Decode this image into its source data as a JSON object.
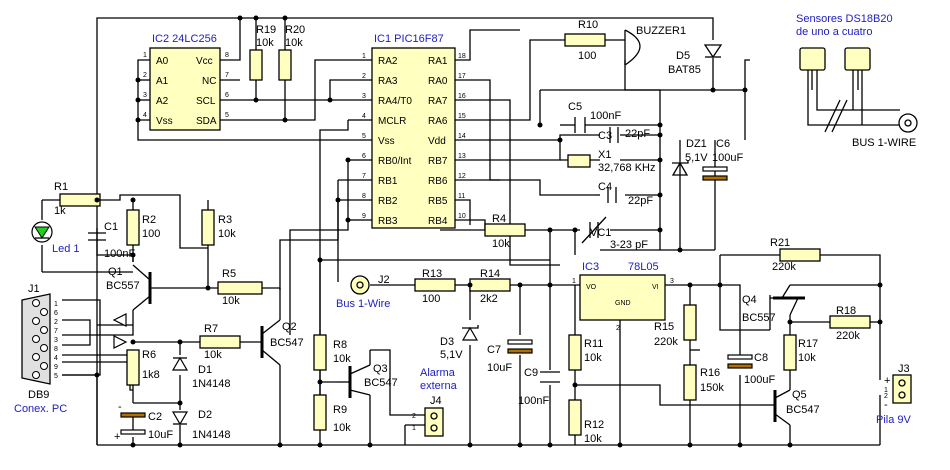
{
  "ic2": {
    "title": "IC2 24LC256",
    "left_pins": [
      "A0",
      "A1",
      "A2",
      "Vss"
    ],
    "right_pins": [
      "Vcc",
      "NC",
      "SCL",
      "SDA"
    ],
    "left_nums": [
      "1",
      "2",
      "3",
      "4"
    ],
    "right_nums": [
      "8",
      "7",
      "6",
      "5"
    ]
  },
  "ic1": {
    "title": "IC1 PIC16F87",
    "left_pins": [
      "RA2",
      "RA3",
      "RA4/T0",
      "MCLR",
      "Vss",
      "RB0/Int",
      "RB1",
      "RB2",
      "RB3"
    ],
    "right_pins": [
      "RA1",
      "RA0",
      "RA7",
      "RA6",
      "Vdd",
      "RB7",
      "RB6",
      "RB5",
      "RB4"
    ],
    "left_nums": [
      "1",
      "2",
      "3",
      "4",
      "5",
      "6",
      "7",
      "8",
      "9"
    ],
    "right_nums": [
      "18",
      "17",
      "16",
      "15",
      "14",
      "13",
      "12",
      "11",
      "10"
    ]
  },
  "ic3": {
    "title": "IC3",
    "part": "78L05",
    "vo": "VO",
    "vi": "VI",
    "gnd": "GND",
    "pin_in": "3",
    "pin_out": "1",
    "pin_gnd": "2"
  },
  "r19": {
    "name": "R19",
    "value": "10k"
  },
  "r20": {
    "name": "R20",
    "value": "10k"
  },
  "r10": {
    "name": "R10",
    "value": "100"
  },
  "buzzer": {
    "name": "BUZZER1"
  },
  "d5": {
    "name": "D5",
    "value": "BAT85"
  },
  "sensors": {
    "title1": "Sensores DS18B20",
    "title2": "de uno a cuatro",
    "bus": "BUS 1-WIRE"
  },
  "c5": {
    "name": "C5",
    "value": "100nF"
  },
  "c3": {
    "name": "C3",
    "value": "22pF"
  },
  "x1": {
    "name": "X1",
    "value": "32,768 KHz"
  },
  "c4": {
    "name": "C4",
    "value": "22pF"
  },
  "vc1": {
    "name": "VC1",
    "value": "3-23 pF"
  },
  "dz1": {
    "name": "DZ1",
    "value": "5,1V"
  },
  "c6": {
    "name": "C6",
    "value": "100uF"
  },
  "r1": {
    "name": "R1",
    "value": "1k"
  },
  "led1": {
    "name": "Led 1"
  },
  "c1": {
    "name": "C1",
    "value": "100nF"
  },
  "r2": {
    "name": "R2",
    "value": "100"
  },
  "r3": {
    "name": "R3",
    "value": "10k"
  },
  "q1": {
    "name": "Q1",
    "value": "BC557"
  },
  "r5": {
    "name": "R5",
    "value": "10k"
  },
  "r4": {
    "name": "R4",
    "value": "10k"
  },
  "j1": {
    "name": "J1",
    "label1": "DB9",
    "label2": "Conex. PC",
    "pins": [
      "1",
      "6",
      "2",
      "7",
      "3",
      "8",
      "4",
      "9",
      "5"
    ]
  },
  "r6": {
    "name": "R6",
    "value": "1k8"
  },
  "d1": {
    "name": "D1",
    "value": "1N4148"
  },
  "d2": {
    "name": "D2",
    "value": "1N4148"
  },
  "c2": {
    "name": "C2",
    "value": "10uF"
  },
  "r7": {
    "name": "R7",
    "value": "10k"
  },
  "q2": {
    "name": "Q2",
    "value": "BC547"
  },
  "r8": {
    "name": "R8",
    "value": "10k"
  },
  "r9": {
    "name": "R9",
    "value": "10k"
  },
  "q3": {
    "name": "Q3",
    "value": "BC547"
  },
  "alarm": {
    "line1": "Alarma",
    "line2": "externa"
  },
  "j4": {
    "name": "J4",
    "pins": [
      "2",
      "1"
    ]
  },
  "j2": {
    "name": "J2",
    "label": "Bus 1-Wire"
  },
  "d3": {
    "name": "D3",
    "value": "5,1V"
  },
  "r13": {
    "name": "R13",
    "value": "100"
  },
  "r14": {
    "name": "R14",
    "value": "2k2"
  },
  "c7": {
    "name": "C7",
    "value": "10uF"
  },
  "c9": {
    "name": "C9",
    "value": "100nF"
  },
  "r11": {
    "name": "R11",
    "value": "10k"
  },
  "r12": {
    "name": "R12",
    "value": "10k"
  },
  "r15": {
    "name": "R15",
    "value": "220k"
  },
  "r16": {
    "name": "R16",
    "value": "150k"
  },
  "c8": {
    "name": "C8",
    "value": "100uF"
  },
  "r21": {
    "name": "R21",
    "value": "220k"
  },
  "q4": {
    "name": "Q4",
    "value": "BC557"
  },
  "r18": {
    "name": "R18",
    "value": "220k"
  },
  "r17": {
    "name": "R17",
    "value": "10k"
  },
  "q5": {
    "name": "Q5",
    "value": "BC547"
  },
  "j3": {
    "name": "J3",
    "label": "Pila 9V",
    "plus": "+",
    "minus": "-",
    "pins": [
      "1",
      "2"
    ]
  }
}
